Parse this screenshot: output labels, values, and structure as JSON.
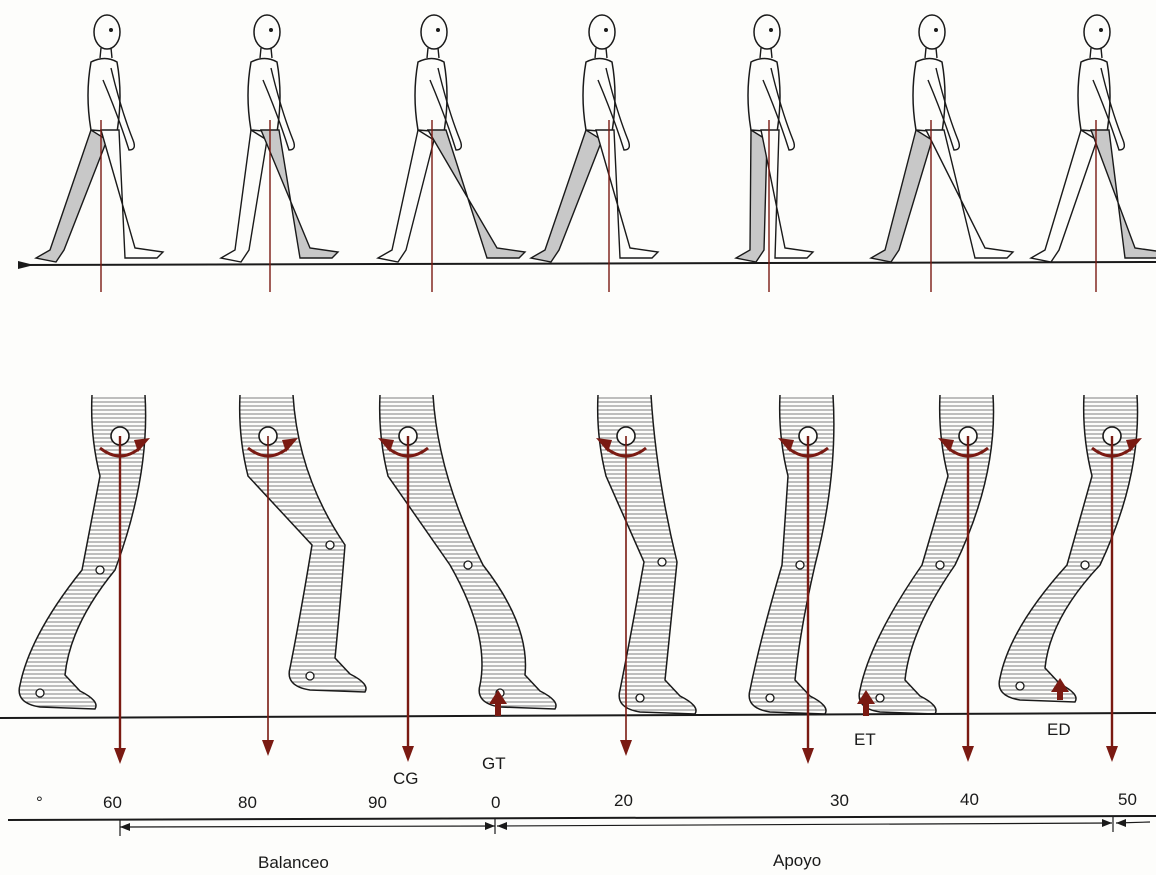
{
  "colors": {
    "ink": "#1a1a1a",
    "accent": "#7a1a12",
    "limb_fill": "#c8c8c8",
    "background": "#fdfdfb"
  },
  "labels": {
    "cg": "CG",
    "gt": "GT",
    "et": "ET",
    "ed": "ED"
  },
  "scale": {
    "degree_marker": "°",
    "ticks": [
      "60",
      "80",
      "90",
      "0",
      "20",
      "30",
      "40",
      "50"
    ]
  },
  "phases": {
    "swing": "Balanceo",
    "stance": "Apoyo"
  }
}
